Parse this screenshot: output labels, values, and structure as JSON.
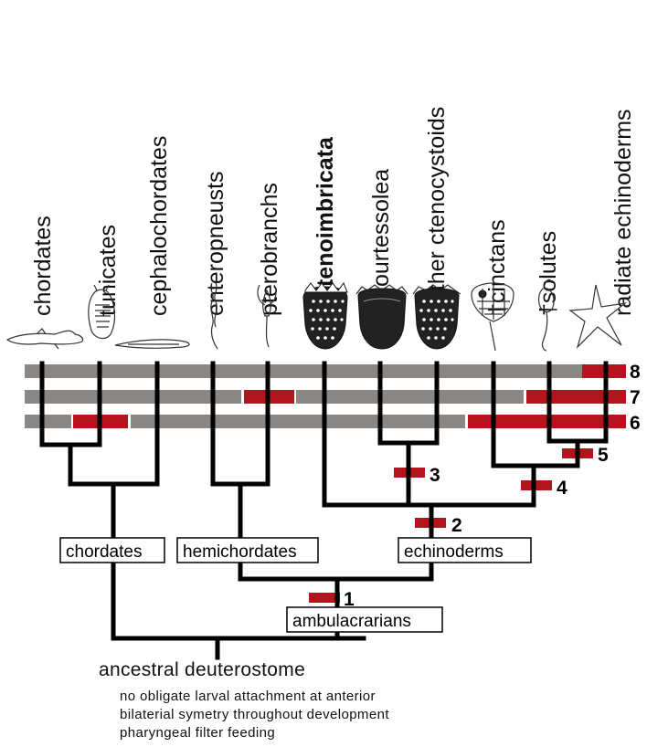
{
  "taxa": [
    {
      "label": "chordates",
      "bold": false
    },
    {
      "label": "tunicates",
      "bold": false
    },
    {
      "label": "cephalochordates",
      "bold": false
    },
    {
      "label": "enteropneusts",
      "bold": false
    },
    {
      "label": "pterobranchs",
      "bold": false
    },
    {
      "label": "†Ctenoimbricata",
      "bold": true
    },
    {
      "label": "†Courtessolea",
      "bold": false
    },
    {
      "label": "†other ctenocystoids",
      "bold": false
    },
    {
      "label": "†cinctans",
      "bold": false
    },
    {
      "label": "†solutes",
      "bold": false
    },
    {
      "label": "radiate echinoderms",
      "bold": false
    }
  ],
  "character_numbers": [
    "1",
    "2",
    "3",
    "4",
    "5",
    "6",
    "7",
    "8"
  ],
  "clade_labels": {
    "chordates": "chordates",
    "hemichordates": "hemichordates",
    "echinoderms": "echinoderms",
    "ambulacrarians": "ambulacrarians"
  },
  "root": {
    "title": "ancestral deuterostome",
    "characters": [
      "no obligate larval attachment at anterior",
      "bilaterial symetry throughout development",
      "pharyngeal filter feeding"
    ]
  },
  "colors": {
    "branch": "#000000",
    "character_bar": "#b3141e",
    "absence_bar": "#8a8684"
  }
}
